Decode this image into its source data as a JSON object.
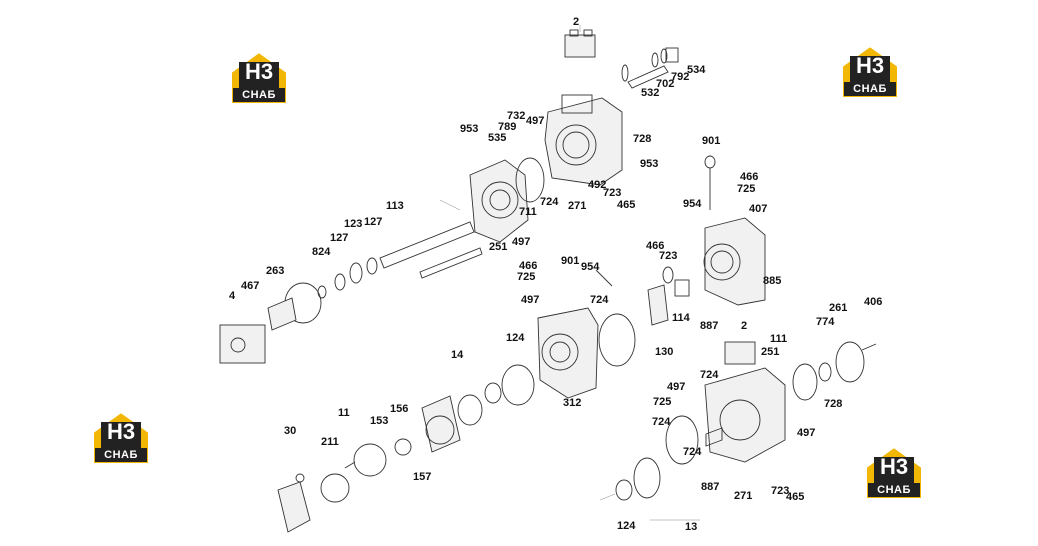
{
  "logos": [
    {
      "id": "tl",
      "mark": "H3",
      "caption": "СНАБ"
    },
    {
      "id": "tr",
      "mark": "H3",
      "caption": "СНАБ"
    },
    {
      "id": "bl",
      "mark": "H3",
      "caption": "СНАБ"
    },
    {
      "id": "br",
      "mark": "H3",
      "caption": "СНАБ"
    }
  ],
  "colors": {
    "logo_yellow": "#f2b705",
    "logo_dark": "#222222",
    "logo_border": "#ffffff"
  },
  "callouts": [
    "2",
    "534",
    "792",
    "702",
    "532",
    "953",
    "732",
    "789",
    "497",
    "535",
    "728",
    "953",
    "492",
    "723",
    "465",
    "724",
    "271",
    "113",
    "711",
    "251",
    "497",
    "127",
    "123",
    "127",
    "824",
    "263",
    "467",
    "4",
    "901",
    "466",
    "725",
    "954",
    "407",
    "466",
    "723",
    "885",
    "466",
    "725",
    "901",
    "954",
    "497",
    "724",
    "114",
    "887",
    "130",
    "124",
    "312",
    "14",
    "11",
    "156",
    "153",
    "30",
    "211",
    "157",
    "2",
    "251",
    "111",
    "774",
    "261",
    "406",
    "497",
    "725",
    "724",
    "724",
    "728",
    "497",
    "887",
    "271",
    "723",
    "465",
    "124",
    "13"
  ]
}
